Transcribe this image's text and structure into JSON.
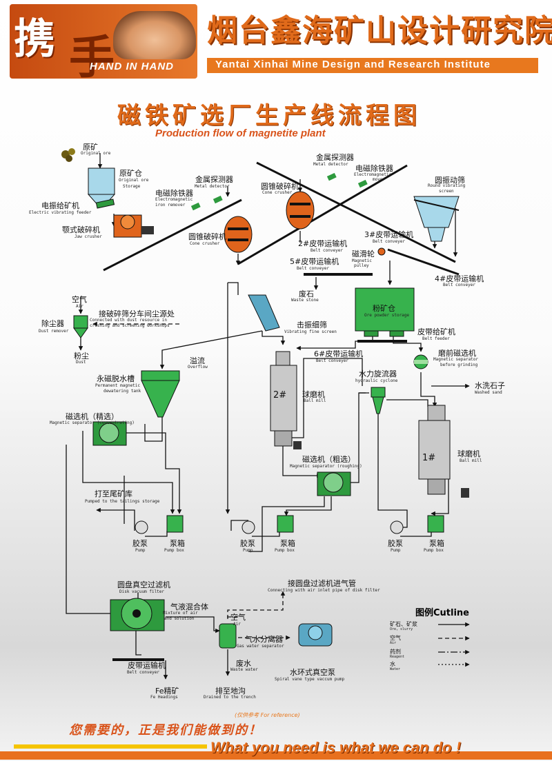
{
  "header": {
    "logo_char_1": "携",
    "logo_char_2": "手",
    "logo_en": "HAND IN HAND",
    "company_cn": "烟台鑫海矿山设计研究院",
    "company_en": "Yantai Xinhai Mine Design and Research Institute"
  },
  "title": {
    "cn": "磁铁矿选厂生产线流程图",
    "en": "Production flow of magnetite plant"
  },
  "labels": {
    "raw_ore": {
      "cn": "原矿",
      "en": "Original ore"
    },
    "raw_bin": {
      "cn": "原矿仓",
      "en1": "Original ore",
      "en2": "Storage"
    },
    "vib_feeder": {
      "cn": "电振给矿机",
      "en": "Electric vibrating feeder"
    },
    "jaw": {
      "cn": "颚式破碎机",
      "en": "Jaw crusher"
    },
    "em_remover1": {
      "cn": "电磁除铁器",
      "en1": "Electromagnetic",
      "en2": "iron remover"
    },
    "metal_det1": {
      "cn": "金属探测器",
      "en": "Metal detector"
    },
    "cone1": {
      "cn": "圆锥破碎机",
      "en": "Cone crusher"
    },
    "metal_det2": {
      "cn": "金属探测器",
      "en": "Metal detector"
    },
    "em_remover2": {
      "cn": "电磁除铁器",
      "en1": "Electromagnetic",
      "en2": "mover"
    },
    "cone2": {
      "cn": "圆锥破碎机",
      "en": "Cone crusher"
    },
    "round_screen": {
      "cn": "圆振动筛",
      "en1": "Round vibrating",
      "en2": "screen"
    },
    "belt2": {
      "cn": "2#皮带运输机",
      "en": "Belt conveyer"
    },
    "belt3": {
      "cn": "3#皮带运输机",
      "en": "Belt conveyer"
    },
    "belt5": {
      "cn": "5#皮带运输机",
      "en": "Belt conveyer"
    },
    "pulley": {
      "cn": "磁滑轮",
      "en1": "Magnetic",
      "en2": "pulley"
    },
    "belt4": {
      "cn": "4#皮带运输机",
      "en": "Belt conveyer"
    },
    "waste_stone": {
      "cn": "废石",
      "en": "Waste stone"
    },
    "powder_bin": {
      "cn": "粉矿仓",
      "en": "Ore powder storage"
    },
    "air1": {
      "cn": "空气",
      "en": "Air"
    },
    "dust_remover": {
      "cn": "除尘器",
      "en": "Dust remover"
    },
    "dust_conn": {
      "cn": "接破碎筛分车间尘源处",
      "en1": "Connected with dust resource in",
      "en2": "crushing and screening workshops"
    },
    "dust": {
      "cn": "粉尘",
      "en": "Dust"
    },
    "fine_screen": {
      "cn": "击振细筛",
      "en": "Vibrating fine screen"
    },
    "belt_feeder": {
      "cn": "皮带给矿机",
      "en": "Belt feeder"
    },
    "belt6": {
      "cn": "6#皮带运输机",
      "en": "Belt conveyer"
    },
    "pre_sep": {
      "cn": "磨前磁选机",
      "en1": "Magnetic separator",
      "en2": "before grinding"
    },
    "washed_sand": {
      "cn": "水洗石子",
      "en": "Washed sand"
    },
    "overflow": {
      "cn": "溢流",
      "en": "Overflow"
    },
    "dewater_tank": {
      "cn": "永磁脱水槽",
      "en1": "Permanent magnetic",
      "en2": "dewatering tank"
    },
    "cyclone": {
      "cn": "水力旋流器",
      "en": "hydraulic cyclone"
    },
    "mill2": {
      "cn": "2#",
      "cn2": "球磨机",
      "en": "Ball mill"
    },
    "mag_conc": {
      "cn": "磁选机（精选）",
      "en": "Magnetic separator (concentrating)"
    },
    "mag_rough": {
      "cn": "磁选机（粗选）",
      "en": "Magnetic separator (roughing)"
    },
    "mill1": {
      "cn": "1#",
      "cn2": "球磨机",
      "en": "Ball mill"
    },
    "tailings": {
      "cn": "打至尾矿库",
      "en": "Pumped to the tailings storage"
    },
    "pump_a": {
      "cn": "胶泵",
      "en": "Pump"
    },
    "pumpbox_a": {
      "cn": "泵箱",
      "en": "Pump box"
    },
    "pump_b": {
      "cn": "胶泵",
      "en": "Pump"
    },
    "pumpbox_b": {
      "cn": "泵箱",
      "en": "Pump box"
    },
    "pump_c": {
      "cn": "胶泵",
      "en": "Pump"
    },
    "pumpbox_c": {
      "cn": "泵箱",
      "en": "Pump box"
    },
    "disk_filter": {
      "cn": "圆盘真空过滤机",
      "en": "Disk vacuum filter"
    },
    "air_inlet": {
      "cn": "接圆盘过滤机进气管",
      "en": "Connecting with air inlet pipe of disk filter"
    },
    "mixture": {
      "cn": "气液混合体",
      "en1": "Mixture of air",
      "en2": "and solution"
    },
    "air2": {
      "cn": "空气",
      "en": "Air"
    },
    "gw_sep": {
      "cn": "气水分离器",
      "en": "Gas water separator"
    },
    "waste_water": {
      "cn": "废水",
      "en": "Waste water"
    },
    "drain": {
      "cn": "排至地沟",
      "en": "Drained to the trench"
    },
    "belt_final": {
      "cn": "皮带运输机",
      "en": "Belt conveyer"
    },
    "fe_conc": {
      "cn": "Fe精矿",
      "en": "Fe Headings"
    },
    "vac_pump": {
      "cn": "水环式真空泵",
      "en": "Spiral vane type vaccum pump"
    }
  },
  "legend": {
    "title": "图例Cutline",
    "items": [
      {
        "cn": "矿石、矿浆",
        "en": "Ore, slurry"
      },
      {
        "cn": "空气",
        "en": "Air"
      },
      {
        "cn": "药剂",
        "en": "Reagent"
      },
      {
        "cn": "水",
        "en": "Water"
      }
    ]
  },
  "footer": {
    "note": "(仅供参考 For reference)",
    "slogan_cn": "您需要的，正是我们能做到的！",
    "slogan_en": "What you need is what we can do !"
  },
  "colors": {
    "accent": "#e06a1a",
    "equip_orange": "#e0641c",
    "equip_green": "#2e9a3e",
    "equip_blue": "#a8d8ea",
    "line": "#111111"
  }
}
